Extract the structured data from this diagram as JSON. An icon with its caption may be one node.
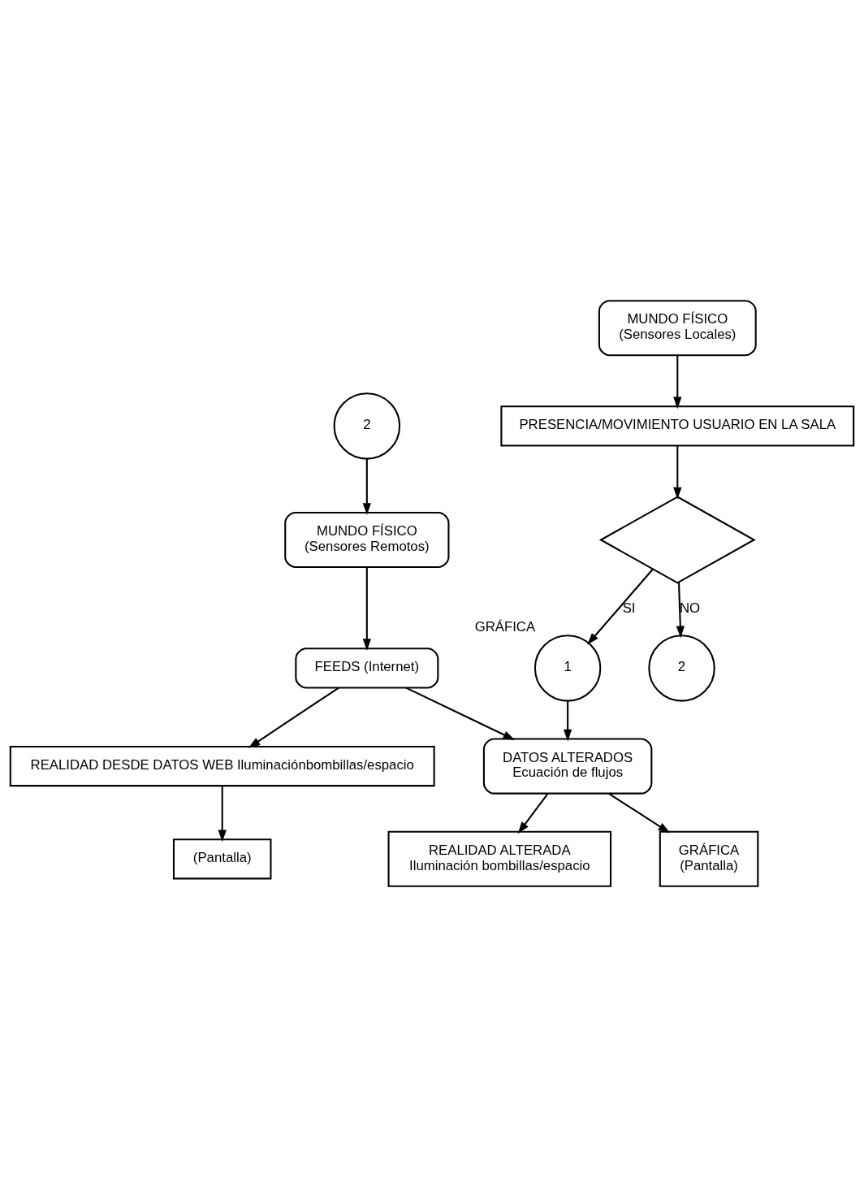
{
  "diagram": {
    "nodes": [
      {
        "text": [
          "2"
        ]
      },
      {
        "text": [
          "MUNDO FÍSICO",
          "(Sensores Remotos)"
        ]
      },
      {
        "text": [
          "MUNDO FÍSICO",
          "(Sensores Locales)"
        ]
      },
      {
        "text": [
          "FEEDS (Internet)"
        ]
      },
      {
        "text": [
          "PRESENCIA/MOVIMIENTO USUARIO EN LA SALA"
        ]
      },
      {
        "text": [
          "REALIDAD DESDE DATOS WEB Iluminaciónbombillas/espacio"
        ]
      },
      {
        "text": [],
        "shape": "diamond"
      },
      {
        "text": [
          "(Pantalla)"
        ]
      },
      {
        "text": [
          "1"
        ],
        "beside": [
          "GRÁFICA"
        ]
      },
      {
        "text": [
          "2"
        ]
      },
      {
        "text": [
          "DATOS ALTERADOS",
          "Ecuación de flujos"
        ]
      },
      {
        "text": [
          "REALIDAD ALTERADA",
          "Iluminación bombillas/espacio"
        ]
      },
      {
        "text": [
          "GRÁFICA",
          "(Pantalla)"
        ]
      }
    ],
    "edges": [
      {
        "from": 0,
        "to": 1,
        "arrow": "to"
      },
      {
        "from": 1,
        "to": 3,
        "arrow": "to"
      },
      {
        "from": 3,
        "to": 5,
        "arrow": "to"
      },
      {
        "from": 5,
        "to": 7,
        "arrow": "to"
      },
      {
        "from": 2,
        "to": 4,
        "arrow": "to"
      },
      {
        "from": 4,
        "to": 6,
        "arrow": "to"
      },
      {
        "from": 6,
        "to": 8,
        "arrow": "to",
        "label": "SI"
      },
      {
        "from": 6,
        "to": 9,
        "arrow": "to",
        "label": "NO"
      },
      {
        "from": 8,
        "to": 10,
        "arrow": "to"
      },
      {
        "from": 3,
        "to": 10,
        "arrow": "to"
      },
      {
        "from": 10,
        "to": 11,
        "arrow": "to"
      },
      {
        "from": 10,
        "to": 12,
        "arrow": "to"
      }
    ]
  }
}
